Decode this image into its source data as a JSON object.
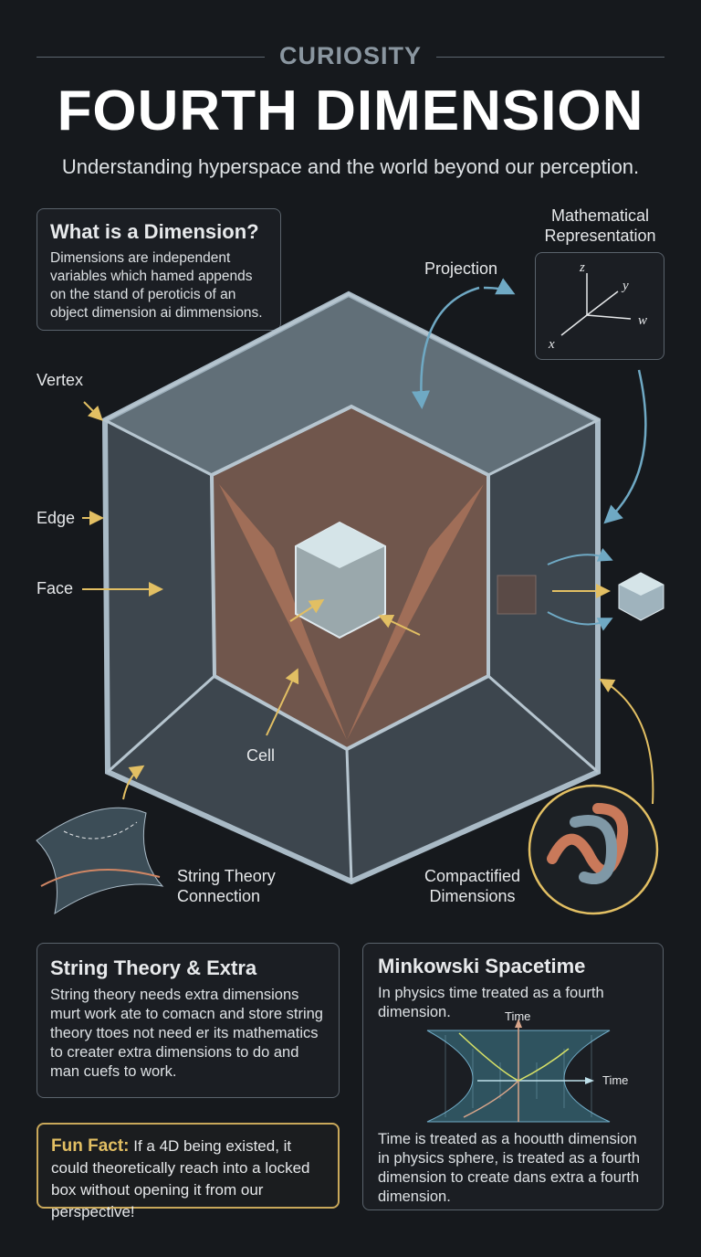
{
  "header": {
    "kicker": "CURIOSITY",
    "title": "FOURTH DIMENSION",
    "subtitle": "Understanding hyperspace and the world beyond our perception."
  },
  "what_is": {
    "title": "What is a Dimension?",
    "body": "Dimensions are independent variables which hamed appends on the stand of peroticis of an object dimension ai dimmensions."
  },
  "math": {
    "title": "Mathematical Representation",
    "axes": [
      "z",
      "y",
      "w",
      "x"
    ]
  },
  "labels": {
    "projection": "Projection",
    "vertex": "Vertex",
    "edge": "Edge",
    "face": "Face",
    "cell": "Cell",
    "string": "String Theory Connection",
    "compact": "Compactified Dimensions"
  },
  "string_card": {
    "title": "String Theory & Extra",
    "body": "String theory needs extra dimensions murt work ate to comacn and store string theory ttoes not need er its mathematics to creater extra dimensions to do and man cuefs to work."
  },
  "fun_fact": {
    "label": "Fun Fact:",
    "body": " If a 4D being existed, it could theoretically reach into a locked box without opening it from our perspective!"
  },
  "minkowski": {
    "title": "Minkowski Spacetime",
    "intro": "In physics time treated as a fourth dimension.",
    "axis_v": "Time",
    "axis_h": "Time",
    "body": "Time is treated as a hooutth dimension in physics  sphere, is treated as a fourth dimension to create dans extra a fourth dimension."
  },
  "colors": {
    "background": "#16191d",
    "accent_gold": "#e2bf63",
    "accent_blue": "#6fa9c4",
    "copper": "#c9795a"
  }
}
